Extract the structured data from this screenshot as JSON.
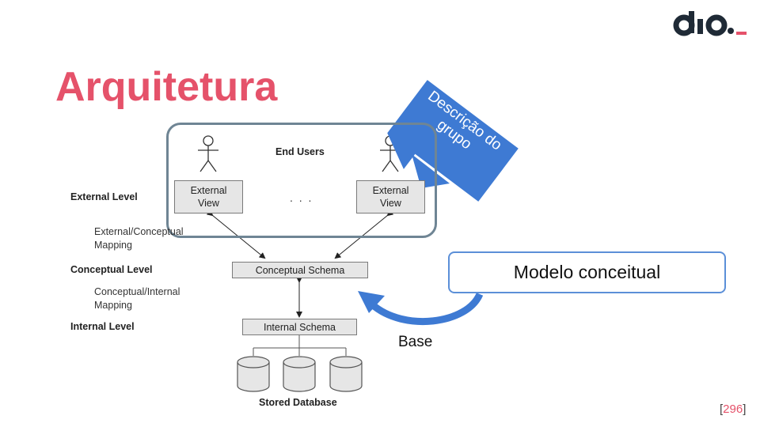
{
  "slide": {
    "title": "Arquitetura",
    "page_open": "[",
    "page_number": "296",
    "page_close": "]"
  },
  "logo": {
    "text": "dio._",
    "color_dark": "#1f2a36",
    "color_accent": "#e5526a"
  },
  "diagram": {
    "end_users": "End Users",
    "external_view_left": [
      "External",
      "View"
    ],
    "external_view_right": [
      "External",
      "View"
    ],
    "ellipsis": ". . .",
    "conceptual_schema": "Conceptual Schema",
    "internal_schema": "Internal Schema",
    "stored_database": "Stored Database",
    "levels": {
      "external": "External Level",
      "conceptual": "Conceptual Level",
      "internal": "Internal Level"
    },
    "mappings": {
      "external_conceptual": [
        "External/Conceptual",
        "Mapping"
      ],
      "conceptual_internal": [
        "Conceptual/Internal",
        "Mapping"
      ]
    },
    "stick_figure_icons": [
      "person-icon",
      "person-icon"
    ],
    "database_icons": [
      "database-icon",
      "database-icon",
      "database-icon"
    ]
  },
  "annotations": {
    "callout_text": [
      "Descrição do",
      "grupo"
    ],
    "callout_color": "#3e7ad3",
    "modelo_label": "Modelo conceitual",
    "base_label": "Base",
    "group_box_color": "#6f8594"
  }
}
